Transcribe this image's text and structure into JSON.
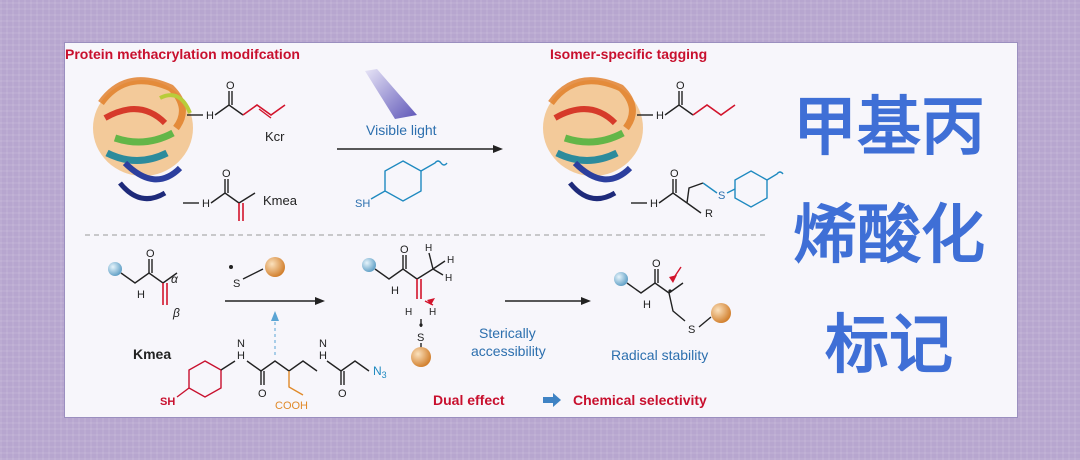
{
  "top": {
    "left_title": "Protein methacrylation modifcation",
    "right_title": "Isomer-specific tagging",
    "kcr": "Kcr",
    "kmea": "Kmea",
    "visible_light": "Visible light",
    "sh": "SH",
    "r": "R",
    "s": "S",
    "h": "H",
    "o": "O"
  },
  "bottom": {
    "kmea": "Kmea",
    "alpha": "α",
    "beta": "β",
    "s_radical": "S",
    "sterically": "Sterically",
    "accessibility": "accessibility",
    "radical_stability": "Radical stability",
    "dual_effect": "Dual effect",
    "chemical_selectivity": "Chemical selectivity",
    "sh": "SH",
    "cooh": "COOH",
    "n3": "N",
    "n3_sub": "3",
    "h": "H",
    "n": "N",
    "o": "O",
    "s": "S"
  },
  "side_title": [
    "甲基丙",
    "烯酸化",
    "标记"
  ],
  "colors": {
    "red": "#c8102e",
    "blue_text": "#2c6fae",
    "cn_title": "#3f6fd6",
    "sphere_blue": "#7fb9d9",
    "sphere_orange": "#e39a4a",
    "vinyl_red": "#d2142c",
    "linker_cyan": "#1f8ac0"
  }
}
